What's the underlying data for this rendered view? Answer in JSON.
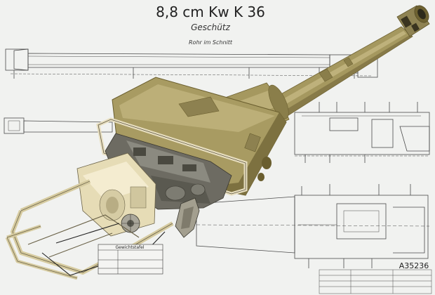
{
  "sheet": {
    "title": "8,8 cm Kw K 36",
    "subtitle": "Geschütz",
    "caption": "Rohr im Schnitt",
    "drawing_number": "A35236"
  },
  "colors": {
    "paper": "#f1f2f0",
    "ink": "#3a3a3a",
    "barrel": "#a5985f",
    "barrel_shadow": "#7a6e3e",
    "barrel_light": "#c4b882",
    "mount_cream": "#ece2bf",
    "mechanism_grey": "#6d6b62"
  },
  "legend_box": {
    "heading": "Gewichtstafel"
  }
}
